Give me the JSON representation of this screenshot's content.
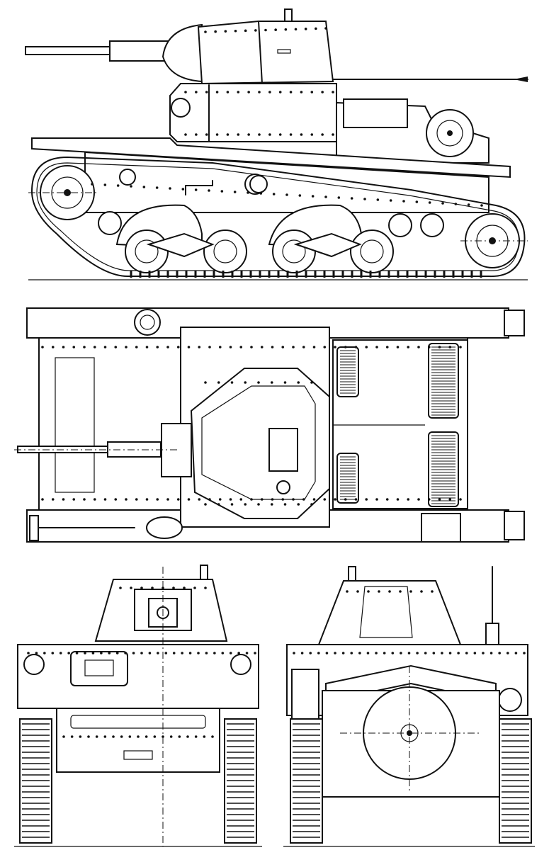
{
  "drawing": {
    "line_color": "#111111",
    "background_color": "#ffffff",
    "views": [
      {
        "id": "side-view"
      },
      {
        "id": "top-view"
      },
      {
        "id": "front-view"
      },
      {
        "id": "rear-view"
      }
    ]
  }
}
